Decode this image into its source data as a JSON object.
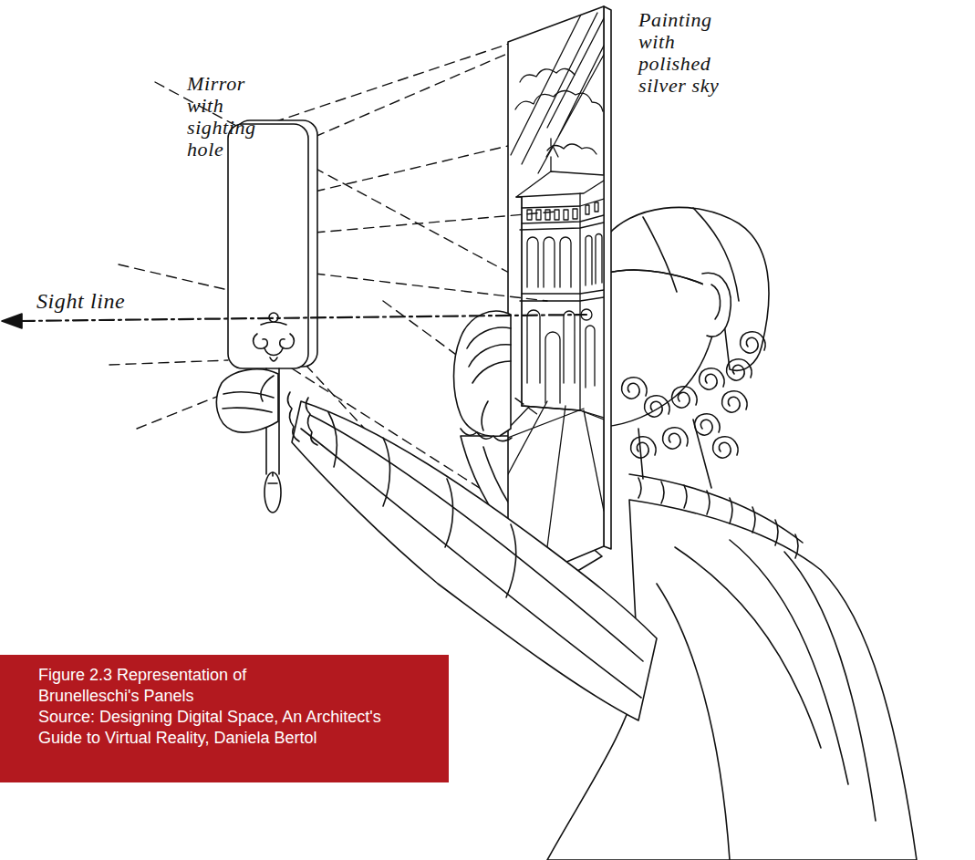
{
  "diagram": {
    "nodes": [
      {
        "text": [
          "Figure 2.3 Representation of Brunelleschi's Panels",
          "Source: Designing Digital Space, An Architect's Guide to Virtual Reality, Daniela Bertol"
        ]
      }
    ],
    "labels": [
      "Mirror with sighting hole",
      "Painting with polished silver sky",
      "Sight line"
    ]
  }
}
